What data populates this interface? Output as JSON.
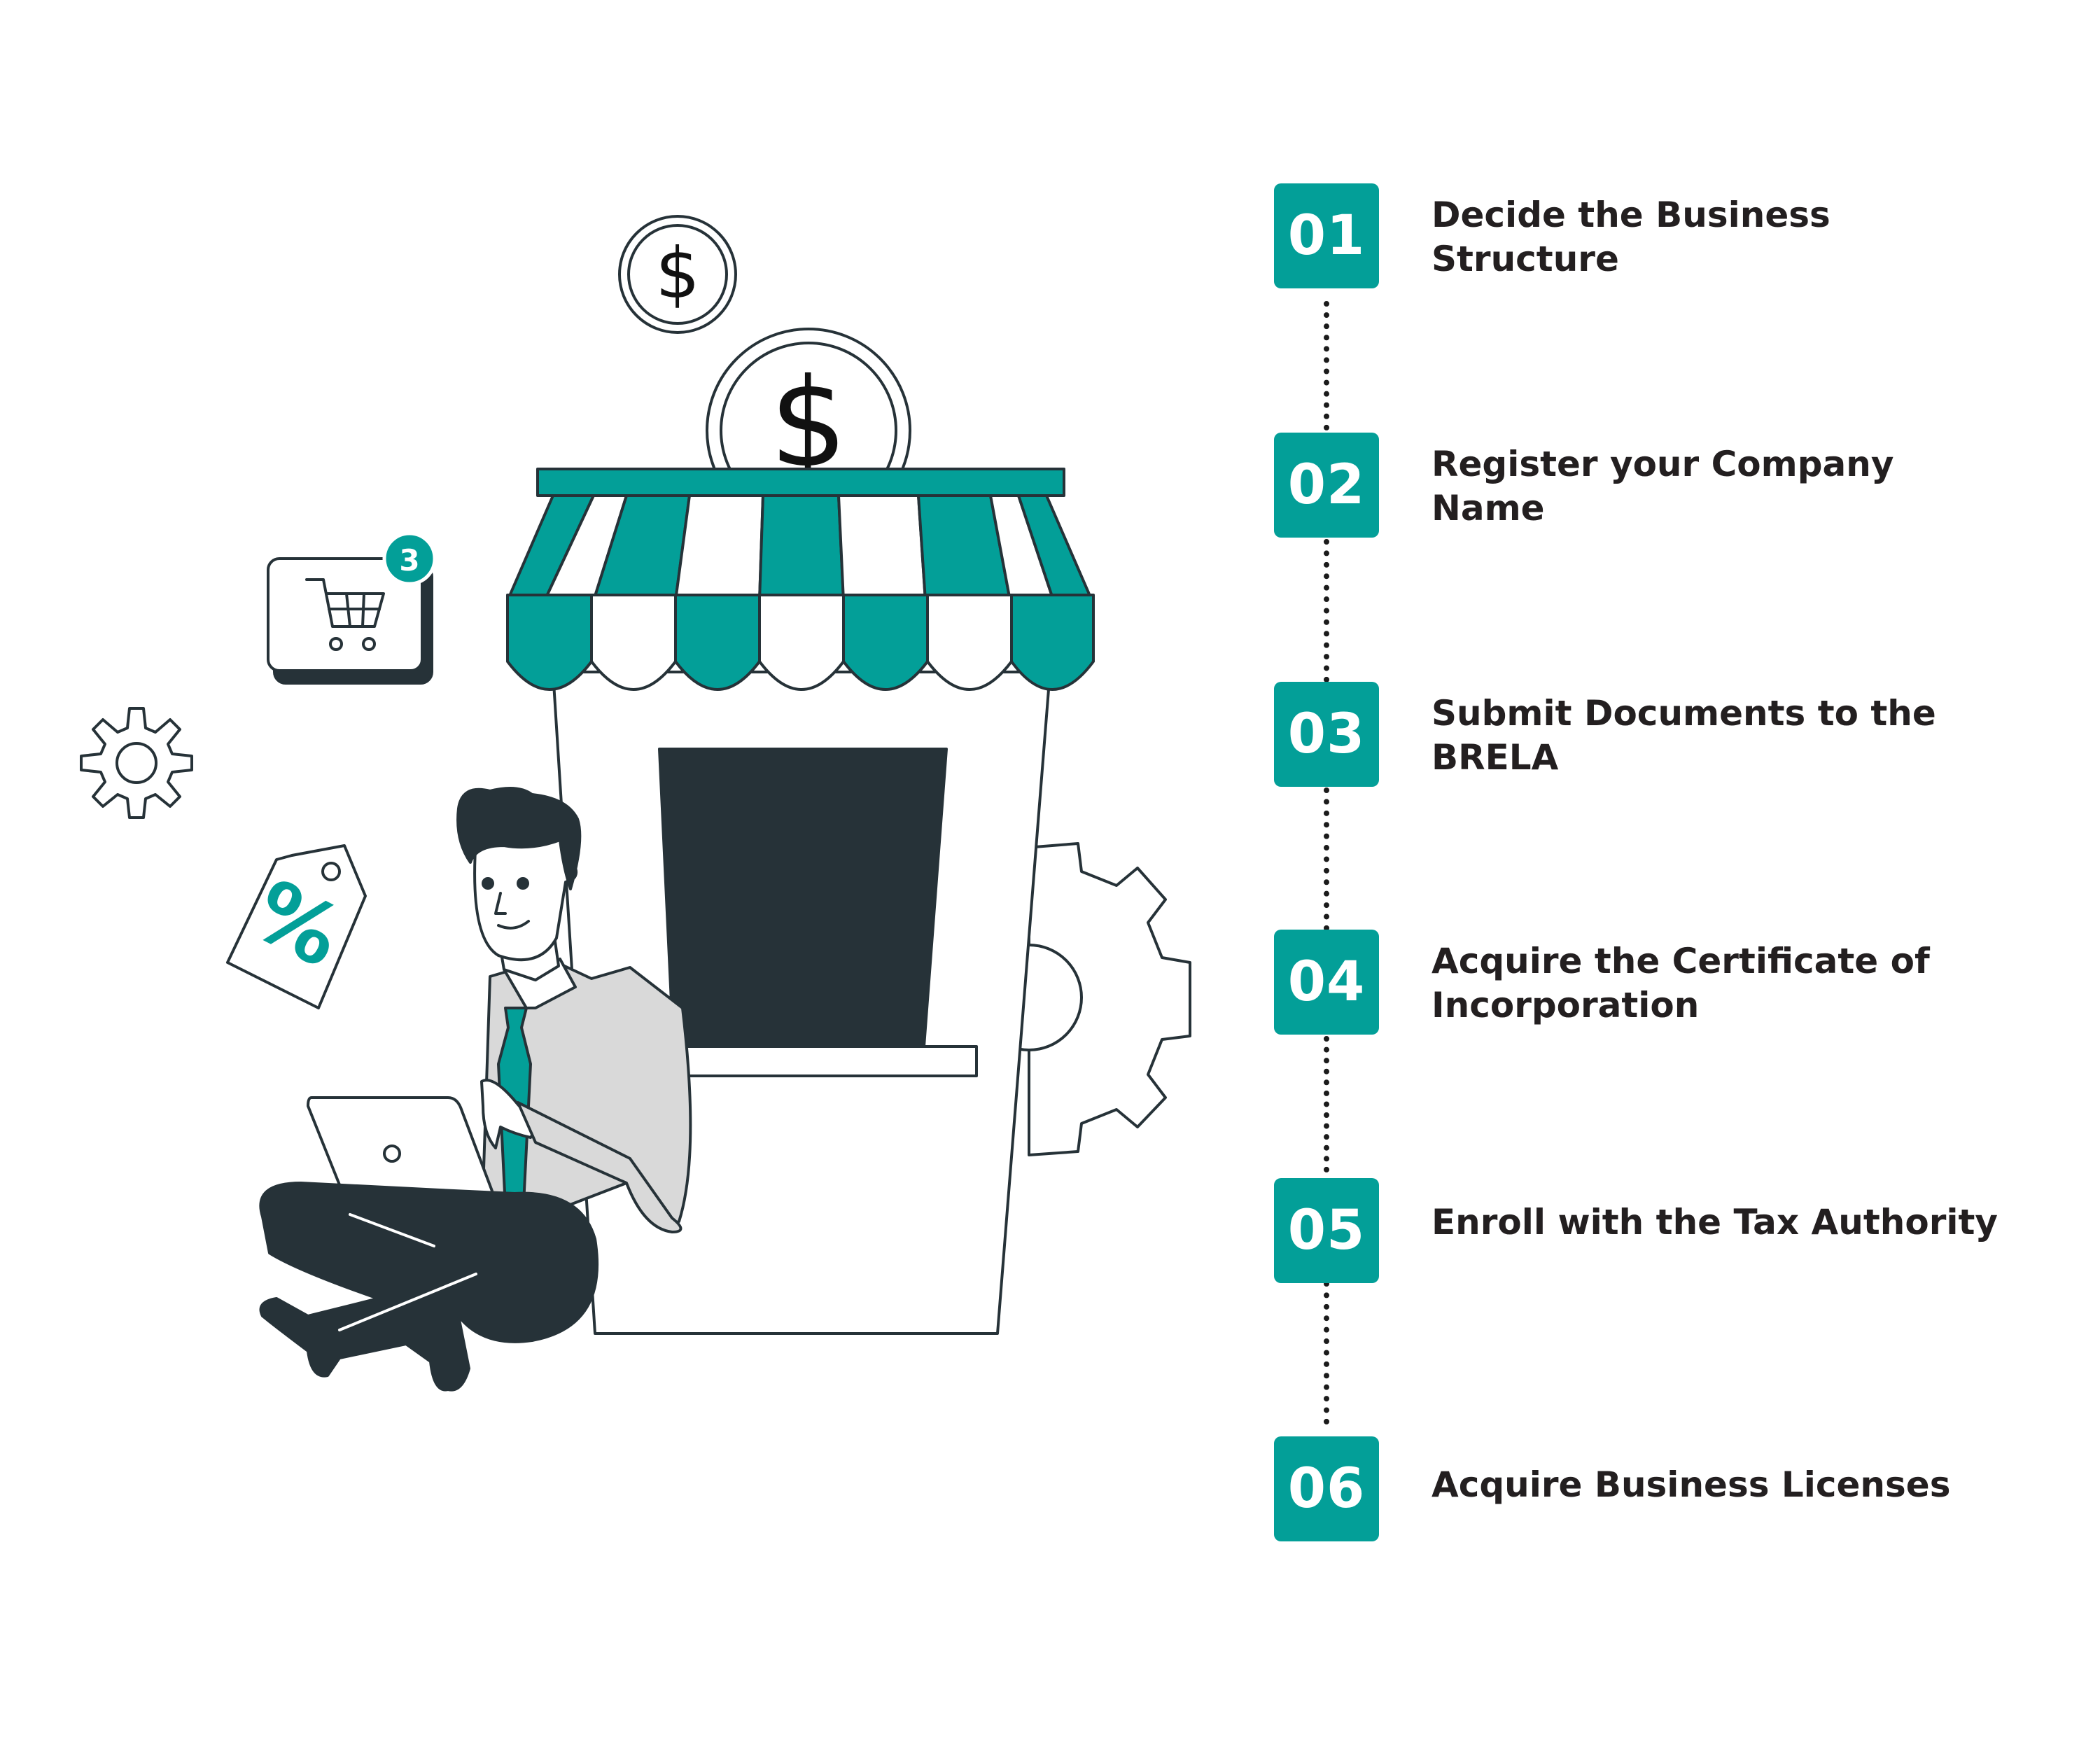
{
  "steps": [
    {
      "number": "01",
      "label": "Decide the Business\nStructure"
    },
    {
      "number": "02",
      "label": "Register your Company\nName"
    },
    {
      "number": "03",
      "label": "Submit Documents to the\nBRELA"
    },
    {
      "number": "04",
      "label": "Acquire the Certificate of\nIncorporation"
    },
    {
      "number": "05",
      "label": "Enroll with the Tax Authority"
    },
    {
      "number": "06",
      "label": "Acquire Business Licenses"
    }
  ],
  "illustration": {
    "cart_badge": "3",
    "coin_symbol": "$",
    "tag_symbol": "%"
  },
  "colors": {
    "accent": "#039f98",
    "dark": "#263238",
    "text": "#231f20",
    "shirt": "#d9d9d9"
  }
}
